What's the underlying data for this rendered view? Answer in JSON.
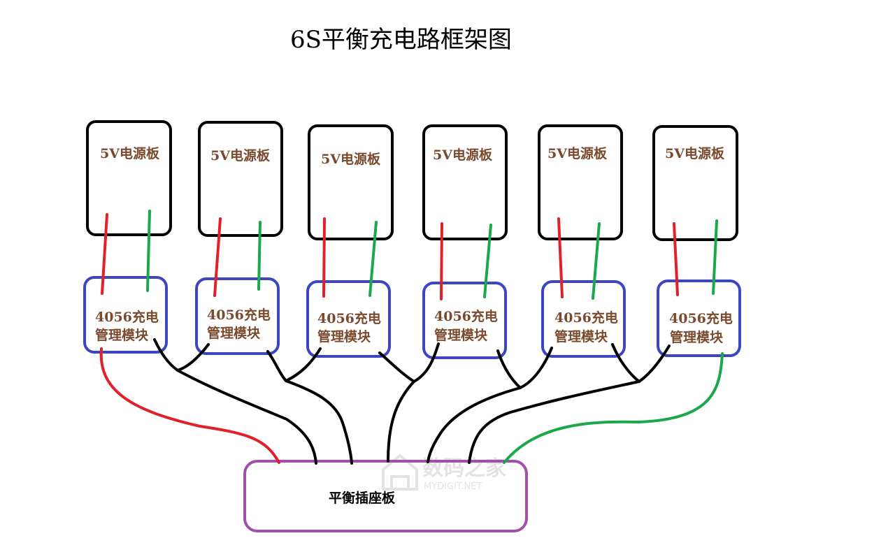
{
  "title": "6S平衡充电路框架图",
  "psu_label": "5V电源板",
  "module_label_line1": "4056充电",
  "module_label_line2": "管理模块",
  "board_label": "平衡插座板",
  "watermark": {
    "text_cn": "数码之家",
    "text_en": "MYDIGIT.NET"
  },
  "colors": {
    "psu_border": "#000000",
    "module_border": "#3c46c0",
    "board_border": "#a050a8",
    "label_text": "#7a4a2e",
    "wire_positive": "#e0202a",
    "wire_negative": "#1aa84a",
    "wire_link": "#000000"
  },
  "counts": {
    "power_boards": 6,
    "charge_modules": 6,
    "balance_boards": 1
  },
  "connections": [
    "5V电源板 → 4056充电管理模块 (红/绿)",
    "4056充电管理模块 → 平衡插座板 (红/黑/绿)"
  ]
}
